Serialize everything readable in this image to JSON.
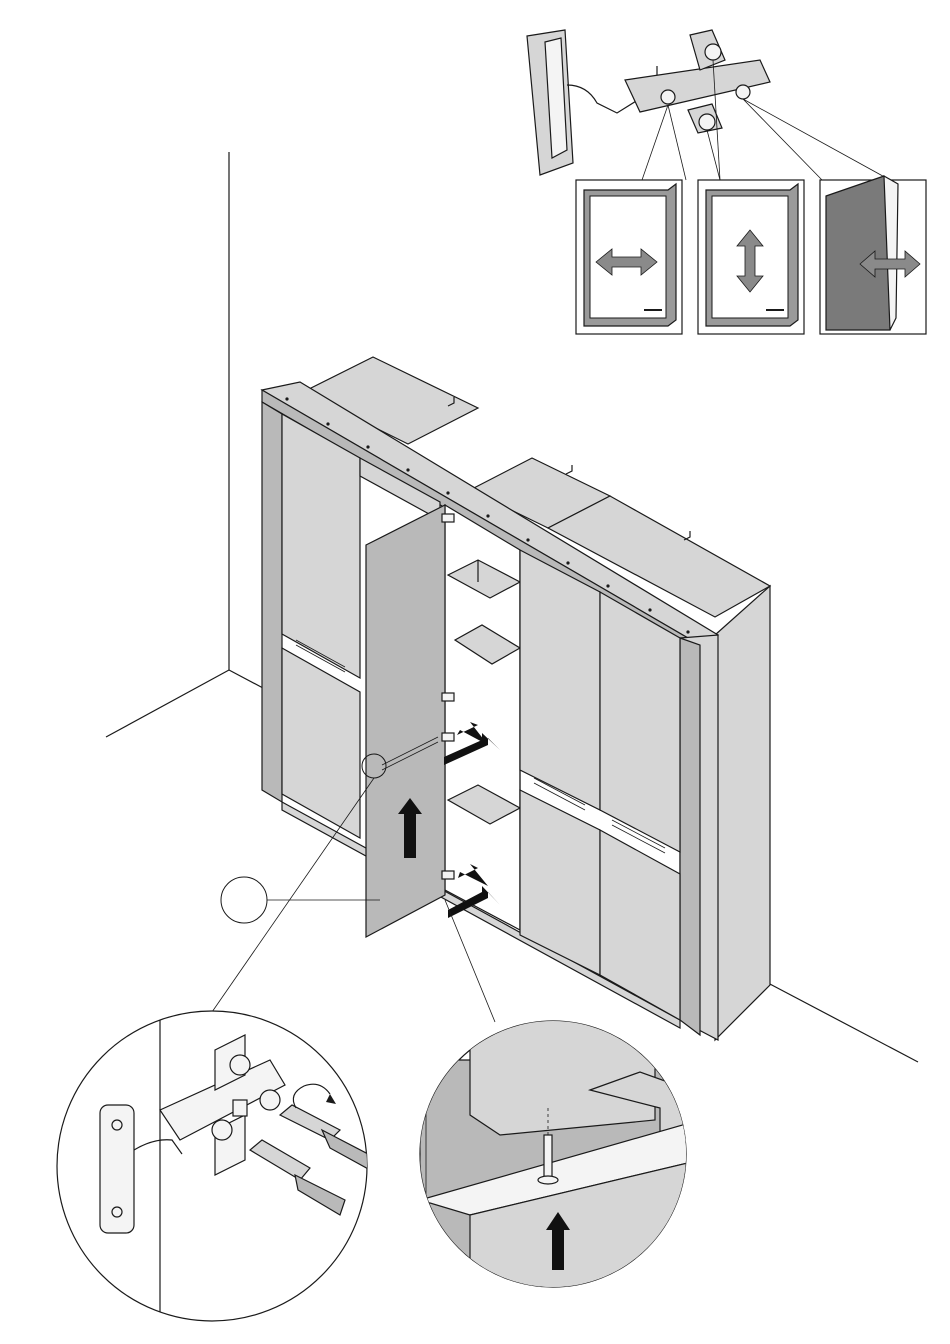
{
  "colors": {
    "background": "#ffffff",
    "line": "#1a1a1a",
    "cabinet_light": "#d6d6d6",
    "cabinet_mid": "#b9b9b9",
    "cabinet_dark": "#9a9a9a",
    "arrow": "#111111",
    "adjust_arrow": "#8a8a8a"
  },
  "figure": {
    "part_label": ""
  },
  "hinge_adjustments": [
    {
      "direction": "horizontal",
      "icon": "double-arrow-horizontal-icon"
    },
    {
      "direction": "vertical",
      "icon": "double-arrow-vertical-icon"
    },
    {
      "direction": "depth",
      "icon": "double-arrow-depth-icon"
    }
  ]
}
